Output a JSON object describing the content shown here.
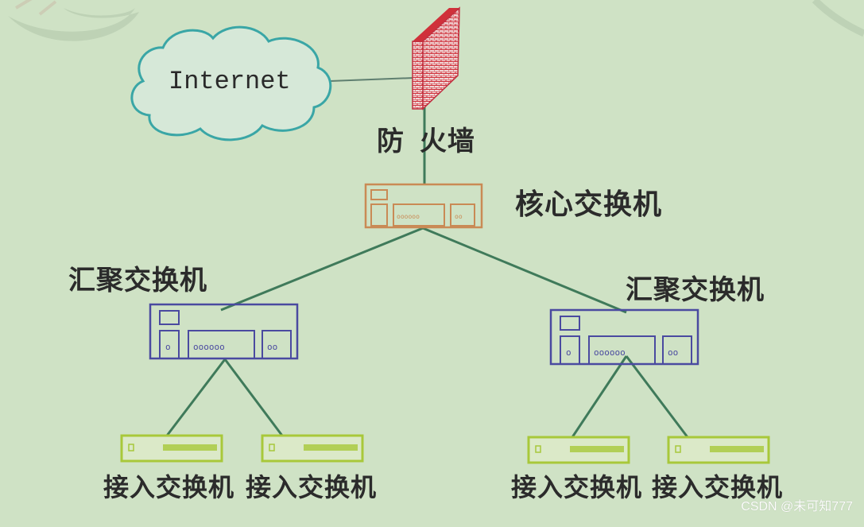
{
  "diagram": {
    "type": "network-topology",
    "background_color": "#cfe2c5",
    "nodes": {
      "internet": {
        "label": "Internet",
        "shape": "cloud",
        "color": "#3aa6a6"
      },
      "firewall": {
        "label": "防 火墙",
        "shape": "brick-wall",
        "color": "#d0303a"
      },
      "core_switch": {
        "label": "核心交换机",
        "shape": "switch",
        "color": "#c98a55"
      },
      "aggregation_switch_left": {
        "label": "汇聚交换机",
        "shape": "switch",
        "color": "#4a4aa0"
      },
      "aggregation_switch_right": {
        "label": "汇聚交换机",
        "shape": "switch",
        "color": "#4a4aa0"
      },
      "access_switches": [
        {
          "label": "接入交换机",
          "color": "#a8c83a"
        },
        {
          "label": "接入交换机",
          "color": "#a8c83a"
        },
        {
          "label": "接入交换机",
          "color": "#a8c83a"
        },
        {
          "label": "接入交换机",
          "color": "#a8c83a"
        }
      ]
    },
    "edges": [
      [
        "internet",
        "firewall"
      ],
      [
        "firewall",
        "core_switch"
      ],
      [
        "core_switch",
        "aggregation_switch_left"
      ],
      [
        "core_switch",
        "aggregation_switch_right"
      ],
      [
        "aggregation_switch_left",
        "access_switch_1"
      ],
      [
        "aggregation_switch_left",
        "access_switch_2"
      ],
      [
        "aggregation_switch_right",
        "access_switch_3"
      ],
      [
        "aggregation_switch_right",
        "access_switch_4"
      ]
    ],
    "link_color": "#3f7a5a"
  },
  "watermark": "CSDN @未可知777"
}
